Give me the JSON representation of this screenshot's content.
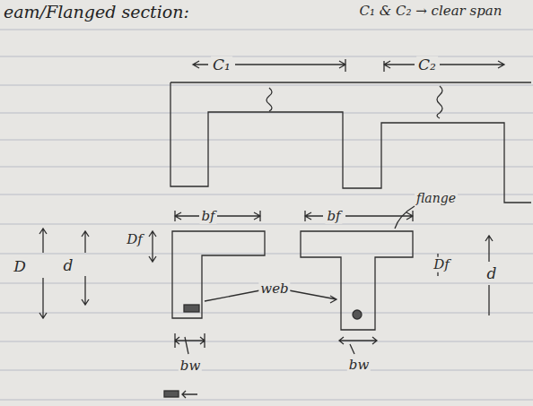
{
  "diagram": {
    "title": "eam/Flanged section:",
    "labels": [
      "C₁ & C₂ → clear span",
      "C₁",
      "C₂",
      "bf",
      "Df",
      "D",
      "d",
      "bf",
      "flange",
      "Df",
      "d",
      "web",
      "bw",
      "bw"
    ]
  }
}
